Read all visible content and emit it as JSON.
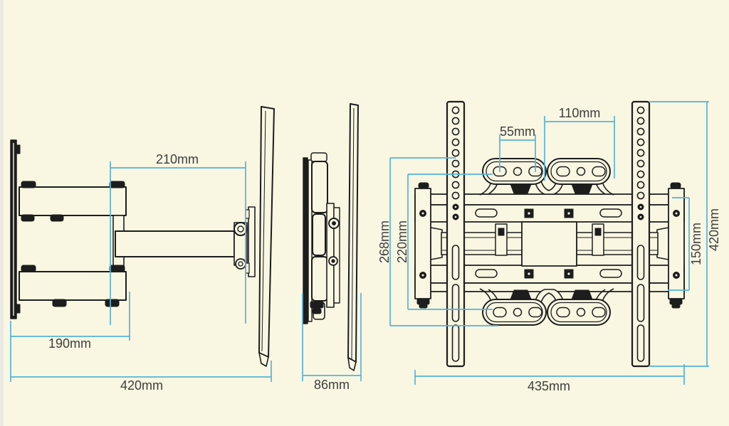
{
  "diagram": {
    "colors": {
      "background": "#f9f6e2",
      "linework": "#1d1d1d",
      "dimension_line": "#55b4d7",
      "dimension_text": "#3e3e3e"
    },
    "views": {
      "side_extended": {
        "dims": {
          "arm_reach": "210mm",
          "base_depth": "190mm",
          "total_depth": "420mm"
        }
      },
      "side_folded": {
        "dims": {
          "profile_depth": "86mm"
        }
      },
      "front": {
        "dims": {
          "hole_spacing_small": "55mm",
          "hole_spacing_large": "110mm",
          "height_outer": "268mm",
          "height_inner": "220mm",
          "plate_inner_height": "150mm",
          "rail_height": "420mm",
          "overall_width": "435mm"
        }
      }
    }
  }
}
